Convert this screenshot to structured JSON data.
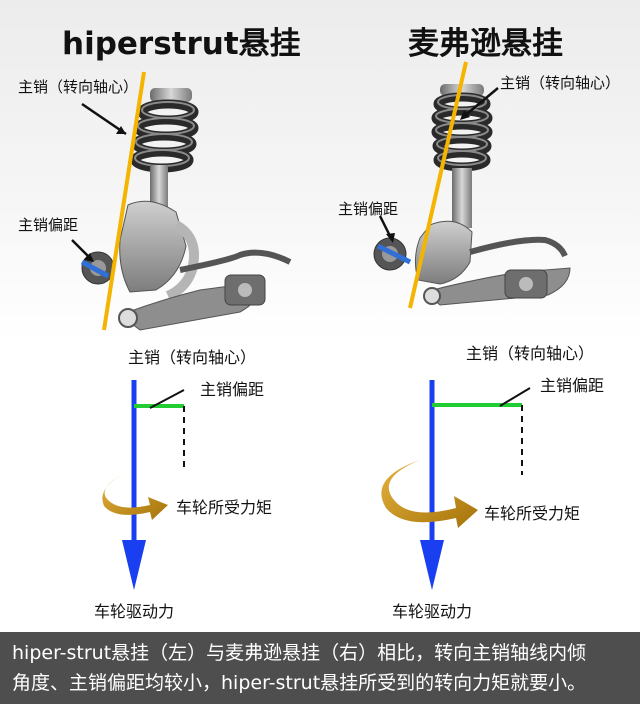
{
  "titles": {
    "left": "hiperstrut悬挂",
    "right": "麦弗逊悬挂"
  },
  "labels": {
    "kingpin_axis": "主销（转向轴心）",
    "kingpin_offset": "主销偏距",
    "wheel_torque": "车轮所受力矩",
    "drive_force": "车轮驱动力"
  },
  "caption": {
    "line1": "hiper-strut悬挂（左）与麦弗逊悬挂（右）相比，转向主销轴线内倾",
    "line2": "角度、主销偏距均较小，hiper-strut悬挂所受到的转向力矩就要小。"
  },
  "colors": {
    "axis_line": "#f5b400",
    "force_arrow": "#1a3ff0",
    "offset_line": "#22cc33",
    "torque_arrow": "#c9920e",
    "caption_bg": "#4e4e4e"
  }
}
